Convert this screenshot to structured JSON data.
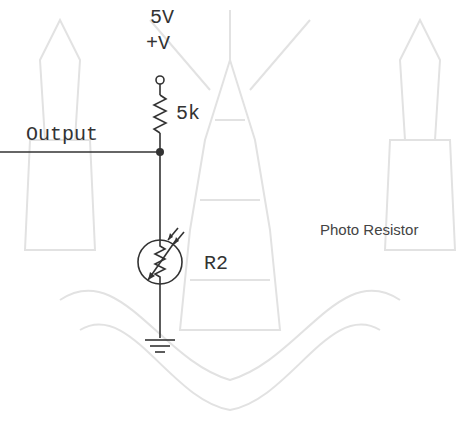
{
  "diagram": {
    "labels": [
      "5V",
      "+V",
      "Output",
      "5k",
      "Photo Resistor",
      "R2"
    ]
  }
}
